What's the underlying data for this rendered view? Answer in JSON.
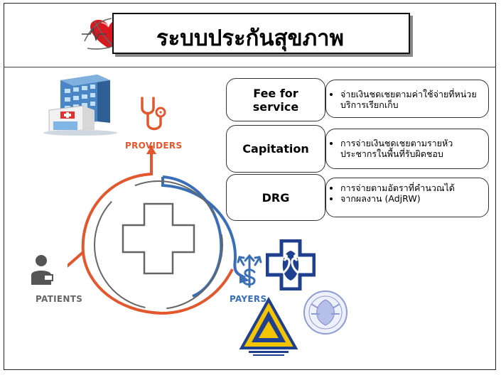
{
  "title": "ระบบประกันสุขภาพ",
  "diagram": {
    "providers_label": "PROVIDERS",
    "patients_label": "PATIENTS",
    "payers_label": "PAYERS"
  },
  "payment_methods": [
    {
      "name": "Fee for\nservice",
      "bullets": [
        "จ่ายเงินชดเชยตามค่าใช้จ่ายที่หน่วยบริการเรียกเก็บ"
      ]
    },
    {
      "name": "Capitation",
      "bullets": [
        "การจ่ายเงินชดเชยตามรายหัวประชากรในพื้นที่รับผิดชอบ"
      ]
    },
    {
      "name": "DRG",
      "bullets": [
        "การจ่ายตามอัตราที่คำนวณได้",
        "จากผลงาน (AdjRW)"
      ]
    }
  ],
  "colors": {
    "providers": "#e2572e",
    "payers": "#3a6fb7",
    "neutral": "#555555",
    "building": "#4a86c5"
  },
  "icons": [
    "heart-logo-icon",
    "hospital-building-icon",
    "stethoscope-icon",
    "patient-icon",
    "payer-money-icon",
    "medical-cross-icon",
    "uc-cross-logo-icon",
    "social-security-logo-icon",
    "government-seal-icon"
  ]
}
